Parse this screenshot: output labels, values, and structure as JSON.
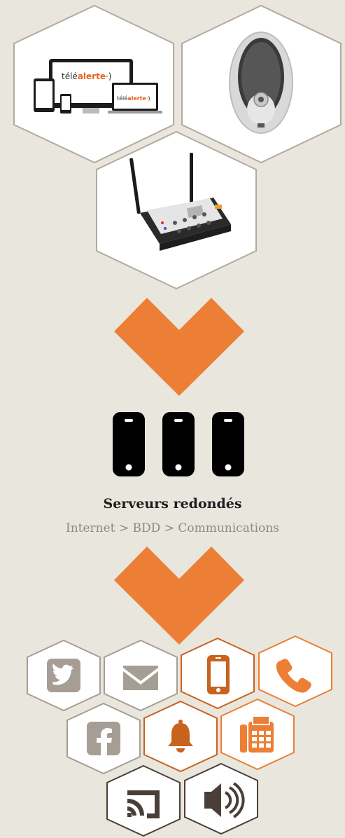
{
  "colors": {
    "background": "#e9e6dd",
    "orange": "#ec7f35",
    "gray_icon": "#a69e94",
    "dark": "#000000"
  },
  "devices": {
    "screen_brand_text": "télé alerte",
    "screens_label": "télé alerte multi-screen",
    "speaker_label": "speaker unit",
    "router_label": "radio transmitter box"
  },
  "servers": {
    "title": "Serveurs redondés",
    "subtitle": "Internet > BDD >  Communications"
  },
  "channels": [
    {
      "icon": "twitter-icon",
      "style": "gray"
    },
    {
      "icon": "envelope-icon",
      "style": "gray"
    },
    {
      "icon": "mobile-phone-icon",
      "style": "orange"
    },
    {
      "icon": "phone-handset-icon",
      "style": "orange"
    },
    {
      "icon": "facebook-icon",
      "style": "gray"
    },
    {
      "icon": "bell-icon",
      "style": "orange"
    },
    {
      "icon": "fax-icon",
      "style": "orange"
    },
    {
      "icon": "cast-icon",
      "style": "dark"
    },
    {
      "icon": "speaker-volume-icon",
      "style": "dark"
    }
  ]
}
